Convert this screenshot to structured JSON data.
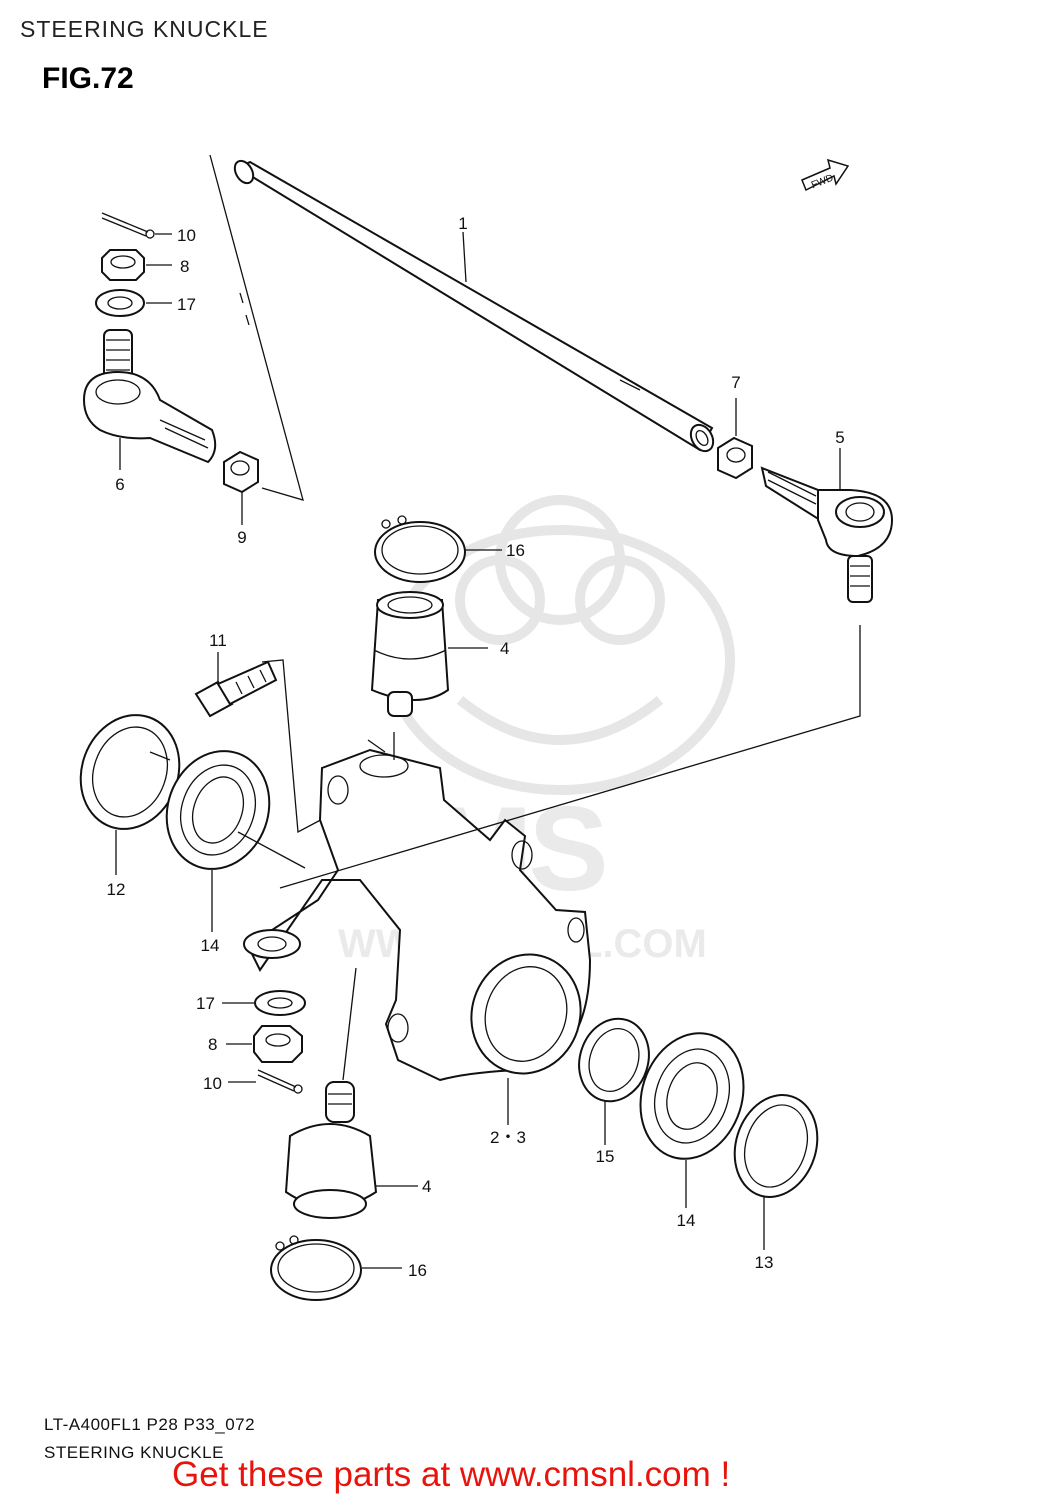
{
  "page": {
    "title": "STEERING KNUCKLE",
    "figure": "FIG.72",
    "model_code": "LT-A400FL1 P28 P33_072",
    "footer_title": "STEERING KNUCKLE",
    "cta": "Get these parts at www.cmsnl.com !"
  },
  "watermark": {
    "text": "CMS",
    "url": "WWW.CMSNL.COM"
  },
  "fwd_label": "FWD",
  "callouts": [
    {
      "id": "tie-rod",
      "label": "1"
    },
    {
      "id": "knuckle",
      "label": "2・3"
    },
    {
      "id": "ball-joint-upper",
      "label": "4"
    },
    {
      "id": "ball-joint-lower",
      "label": "4"
    },
    {
      "id": "tie-rod-end-right",
      "label": "5"
    },
    {
      "id": "tie-rod-end-left",
      "label": "6"
    },
    {
      "id": "lock-nut-right",
      "label": "7"
    },
    {
      "id": "castle-nut-top",
      "label": "8"
    },
    {
      "id": "castle-nut-lower",
      "label": "8"
    },
    {
      "id": "lock-nut-left",
      "label": "9"
    },
    {
      "id": "cotter-pin-top",
      "label": "10"
    },
    {
      "id": "cotter-pin-lower",
      "label": "10"
    },
    {
      "id": "bolt",
      "label": "11"
    },
    {
      "id": "oil-seal-left",
      "label": "12"
    },
    {
      "id": "oil-seal-right",
      "label": "13"
    },
    {
      "id": "bearing-left",
      "label": "14"
    },
    {
      "id": "bearing-right",
      "label": "14"
    },
    {
      "id": "spacer",
      "label": "15"
    },
    {
      "id": "circlip-upper",
      "label": "16"
    },
    {
      "id": "circlip-lower",
      "label": "16"
    },
    {
      "id": "washer-top",
      "label": "17"
    },
    {
      "id": "washer-lower",
      "label": "17"
    }
  ]
}
